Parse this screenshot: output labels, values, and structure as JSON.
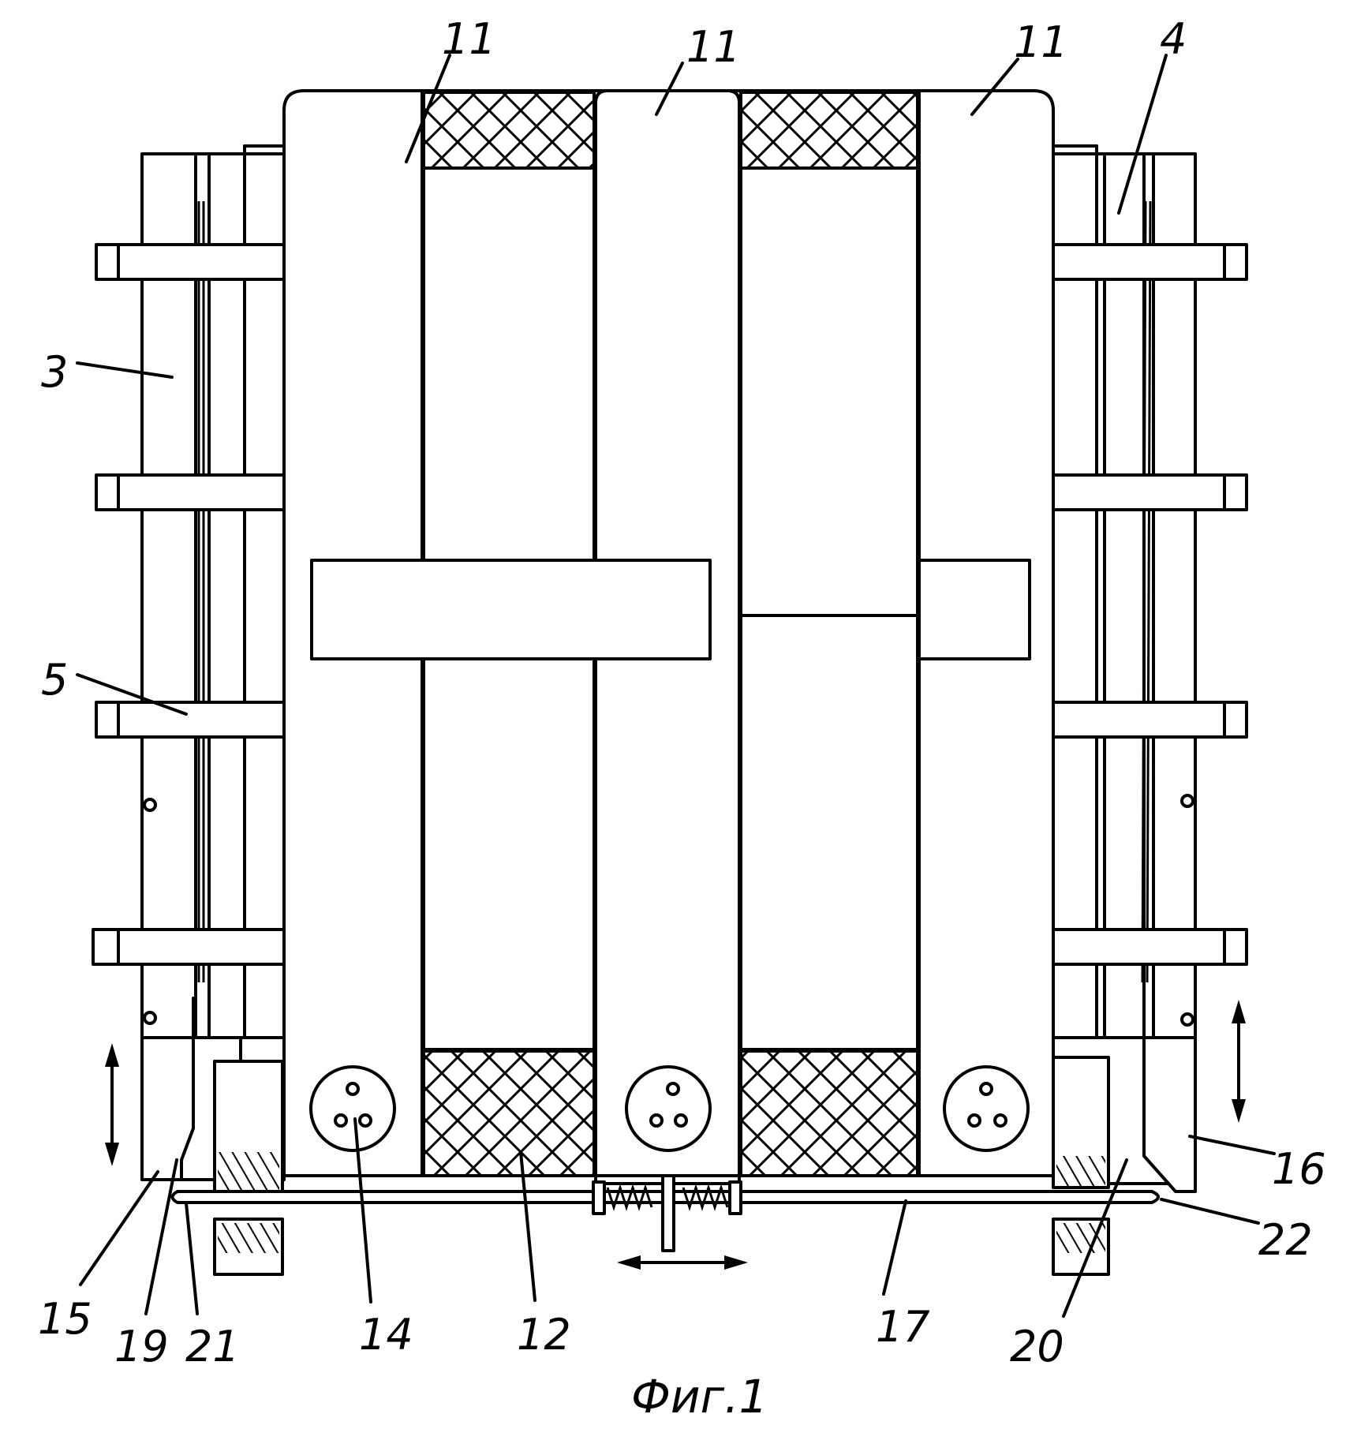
{
  "figure": {
    "caption": "Фиг.1",
    "labels": {
      "left_strip": "3",
      "right_strip": "4",
      "clamp_bar": "5",
      "frame_left": "11",
      "frame_center": "11",
      "frame_right": "11",
      "mesh_block": "12",
      "connector": "14",
      "left_slider": "15",
      "right_slider": "16",
      "rod": "17",
      "left_bevel": "19",
      "right_bevel": "20",
      "left_rod_end": "21",
      "right_rod_end": "22"
    }
  }
}
